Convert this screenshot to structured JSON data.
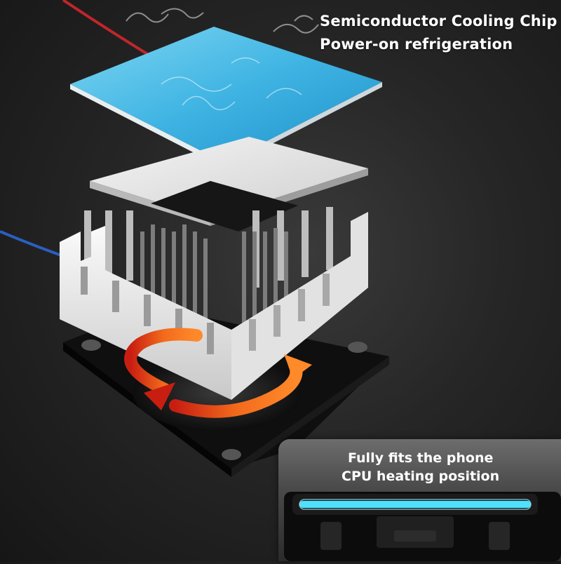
{
  "headline": {
    "line1": "Semiconductor Cooling Chip",
    "line2": "Power-on refrigeration"
  },
  "inset": {
    "line1": "Fully fits the phone",
    "line2": "CPU heating position"
  },
  "colors": {
    "ice_blue": "#39b8e6",
    "arrow_orange": "#f26a1c",
    "wire_red": "#c0262a",
    "wire_blue": "#2a5fc0",
    "glow_cyan": "#4fe0ff"
  }
}
